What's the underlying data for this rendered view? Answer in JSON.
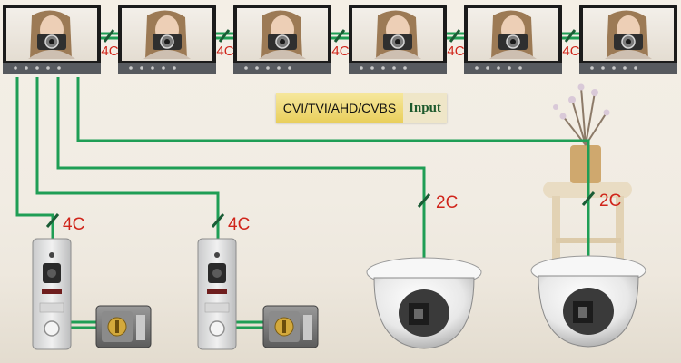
{
  "colors": {
    "wire": "#1f9e55",
    "tag_text": "#d0251b",
    "label_bg": "#eed86a",
    "label_accent": "#1e5a2d"
  },
  "input_label": {
    "formats": "CVI/TVI/AHD/CVBS",
    "input": "Input"
  },
  "monitors": [
    {
      "name": "monitor-1"
    },
    {
      "name": "monitor-2"
    },
    {
      "name": "monitor-3"
    },
    {
      "name": "monitor-4"
    },
    {
      "name": "monitor-5"
    },
    {
      "name": "monitor-6"
    }
  ],
  "monitor_link_labels": [
    "4C",
    "4C",
    "4C",
    "4C",
    "4C"
  ],
  "connections": {
    "doorbell_1": "4C",
    "doorbell_2": "4C",
    "camera_1": "2C",
    "camera_2": "2C"
  },
  "icons": [
    "monitor-icon",
    "doorbell-panel-icon",
    "electric-lock-icon",
    "dome-camera-icon",
    "vase-decor-icon"
  ]
}
